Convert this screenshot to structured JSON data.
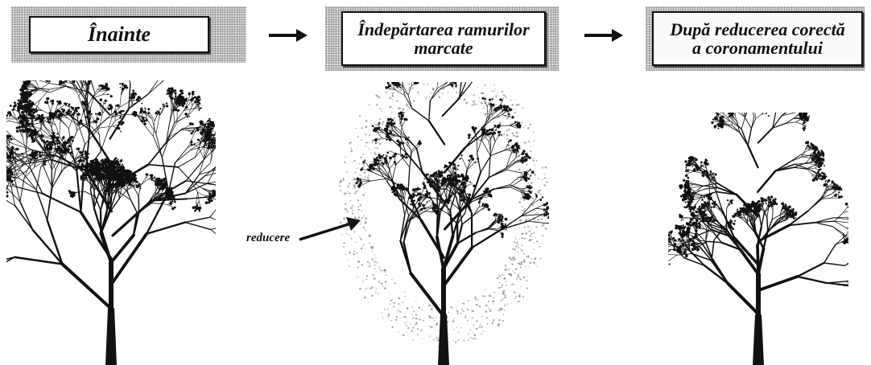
{
  "stages": {
    "before": {
      "lines": [
        "Înainte"
      ]
    },
    "removal": {
      "lines": [
        "Îndepărtarea ramurilor",
        "marcate"
      ]
    },
    "after": {
      "lines": [
        "După reducerea corectă",
        "a coronamentului"
      ]
    }
  },
  "annotation": {
    "reduction_label": "reducere"
  },
  "colors": {
    "ink": "#111111",
    "faded": "#8a8a8a",
    "frame": "#cfcfcf"
  },
  "icons": {
    "stage_arrow": "arrow-right-icon",
    "tree": "tree-illustration"
  }
}
